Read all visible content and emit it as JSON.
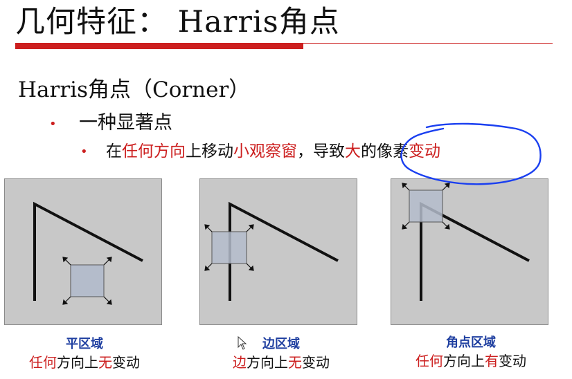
{
  "slide": {
    "title": "几何特征： Harris角点",
    "heading": "Harris角点（Corner）",
    "bullet1": "一种显著点",
    "bullet2_parts": [
      {
        "text": "在",
        "emph": false
      },
      {
        "text": "任何方向",
        "emph": true
      },
      {
        "text": "上移动",
        "emph": false
      },
      {
        "text": "小观察窗",
        "emph": true
      },
      {
        "text": "，导致",
        "emph": false
      },
      {
        "text": "大",
        "emph": true
      },
      {
        "text": "的像素",
        "emph": false
      },
      {
        "text": "变动",
        "emph": true
      }
    ]
  },
  "panels": [
    {
      "id": "flat",
      "title": "平区域",
      "subtitle_parts": [
        {
          "text": "任何",
          "emph": true
        },
        {
          "text": "方向上",
          "emph": false
        },
        {
          "text": "无",
          "emph": true
        },
        {
          "text": "变动",
          "emph": false
        }
      ]
    },
    {
      "id": "edge",
      "title": "边区域",
      "subtitle_parts": [
        {
          "text": "边",
          "emph": true
        },
        {
          "text": "方向上",
          "emph": false
        },
        {
          "text": "无",
          "emph": true
        },
        {
          "text": "变动",
          "emph": false
        }
      ]
    },
    {
      "id": "corner",
      "title": "角点区域",
      "subtitle_parts": [
        {
          "text": "任何",
          "emph": true
        },
        {
          "text": "方向上",
          "emph": false
        },
        {
          "text": "有",
          "emph": true
        },
        {
          "text": "变动",
          "emph": false
        }
      ]
    }
  ],
  "colors": {
    "accent_red": "#cc1f1f",
    "caption_blue": "#1f3fa0",
    "annotation_blue": "#1a3ff0",
    "panel_gray": "#c8c8c8",
    "window_fill": "#b4bccb"
  },
  "icons": {
    "bullet": "bullet-dot-icon",
    "cursor": "mouse-pointer-icon"
  }
}
